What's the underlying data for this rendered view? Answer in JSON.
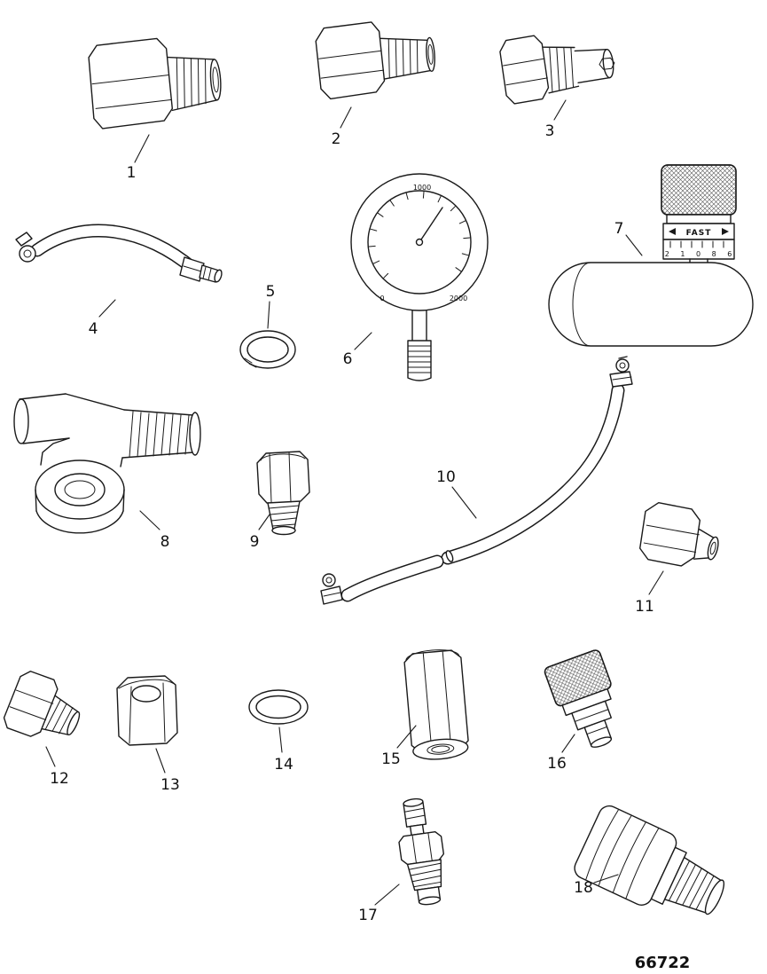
{
  "diagram": {
    "part_number": "66722",
    "colors": {
      "line": "#1a1a1a",
      "background": "#ffffff"
    },
    "callouts": [
      {
        "label": "1"
      },
      {
        "label": "2"
      },
      {
        "label": "3"
      },
      {
        "label": "4"
      },
      {
        "label": "5"
      },
      {
        "label": "6"
      },
      {
        "label": "7"
      },
      {
        "label": "8"
      },
      {
        "label": "9"
      },
      {
        "label": "10"
      },
      {
        "label": "11"
      },
      {
        "label": "12"
      },
      {
        "label": "13"
      },
      {
        "label": "14"
      },
      {
        "label": "15"
      },
      {
        "label": "16"
      },
      {
        "label": "17"
      },
      {
        "label": "18"
      }
    ],
    "gauge": {
      "dial_top": "1000",
      "dial_left": "0",
      "dial_right": "2000"
    },
    "valve_knob": {
      "label": "FAST",
      "scale": "2 1 0 8 6"
    }
  }
}
